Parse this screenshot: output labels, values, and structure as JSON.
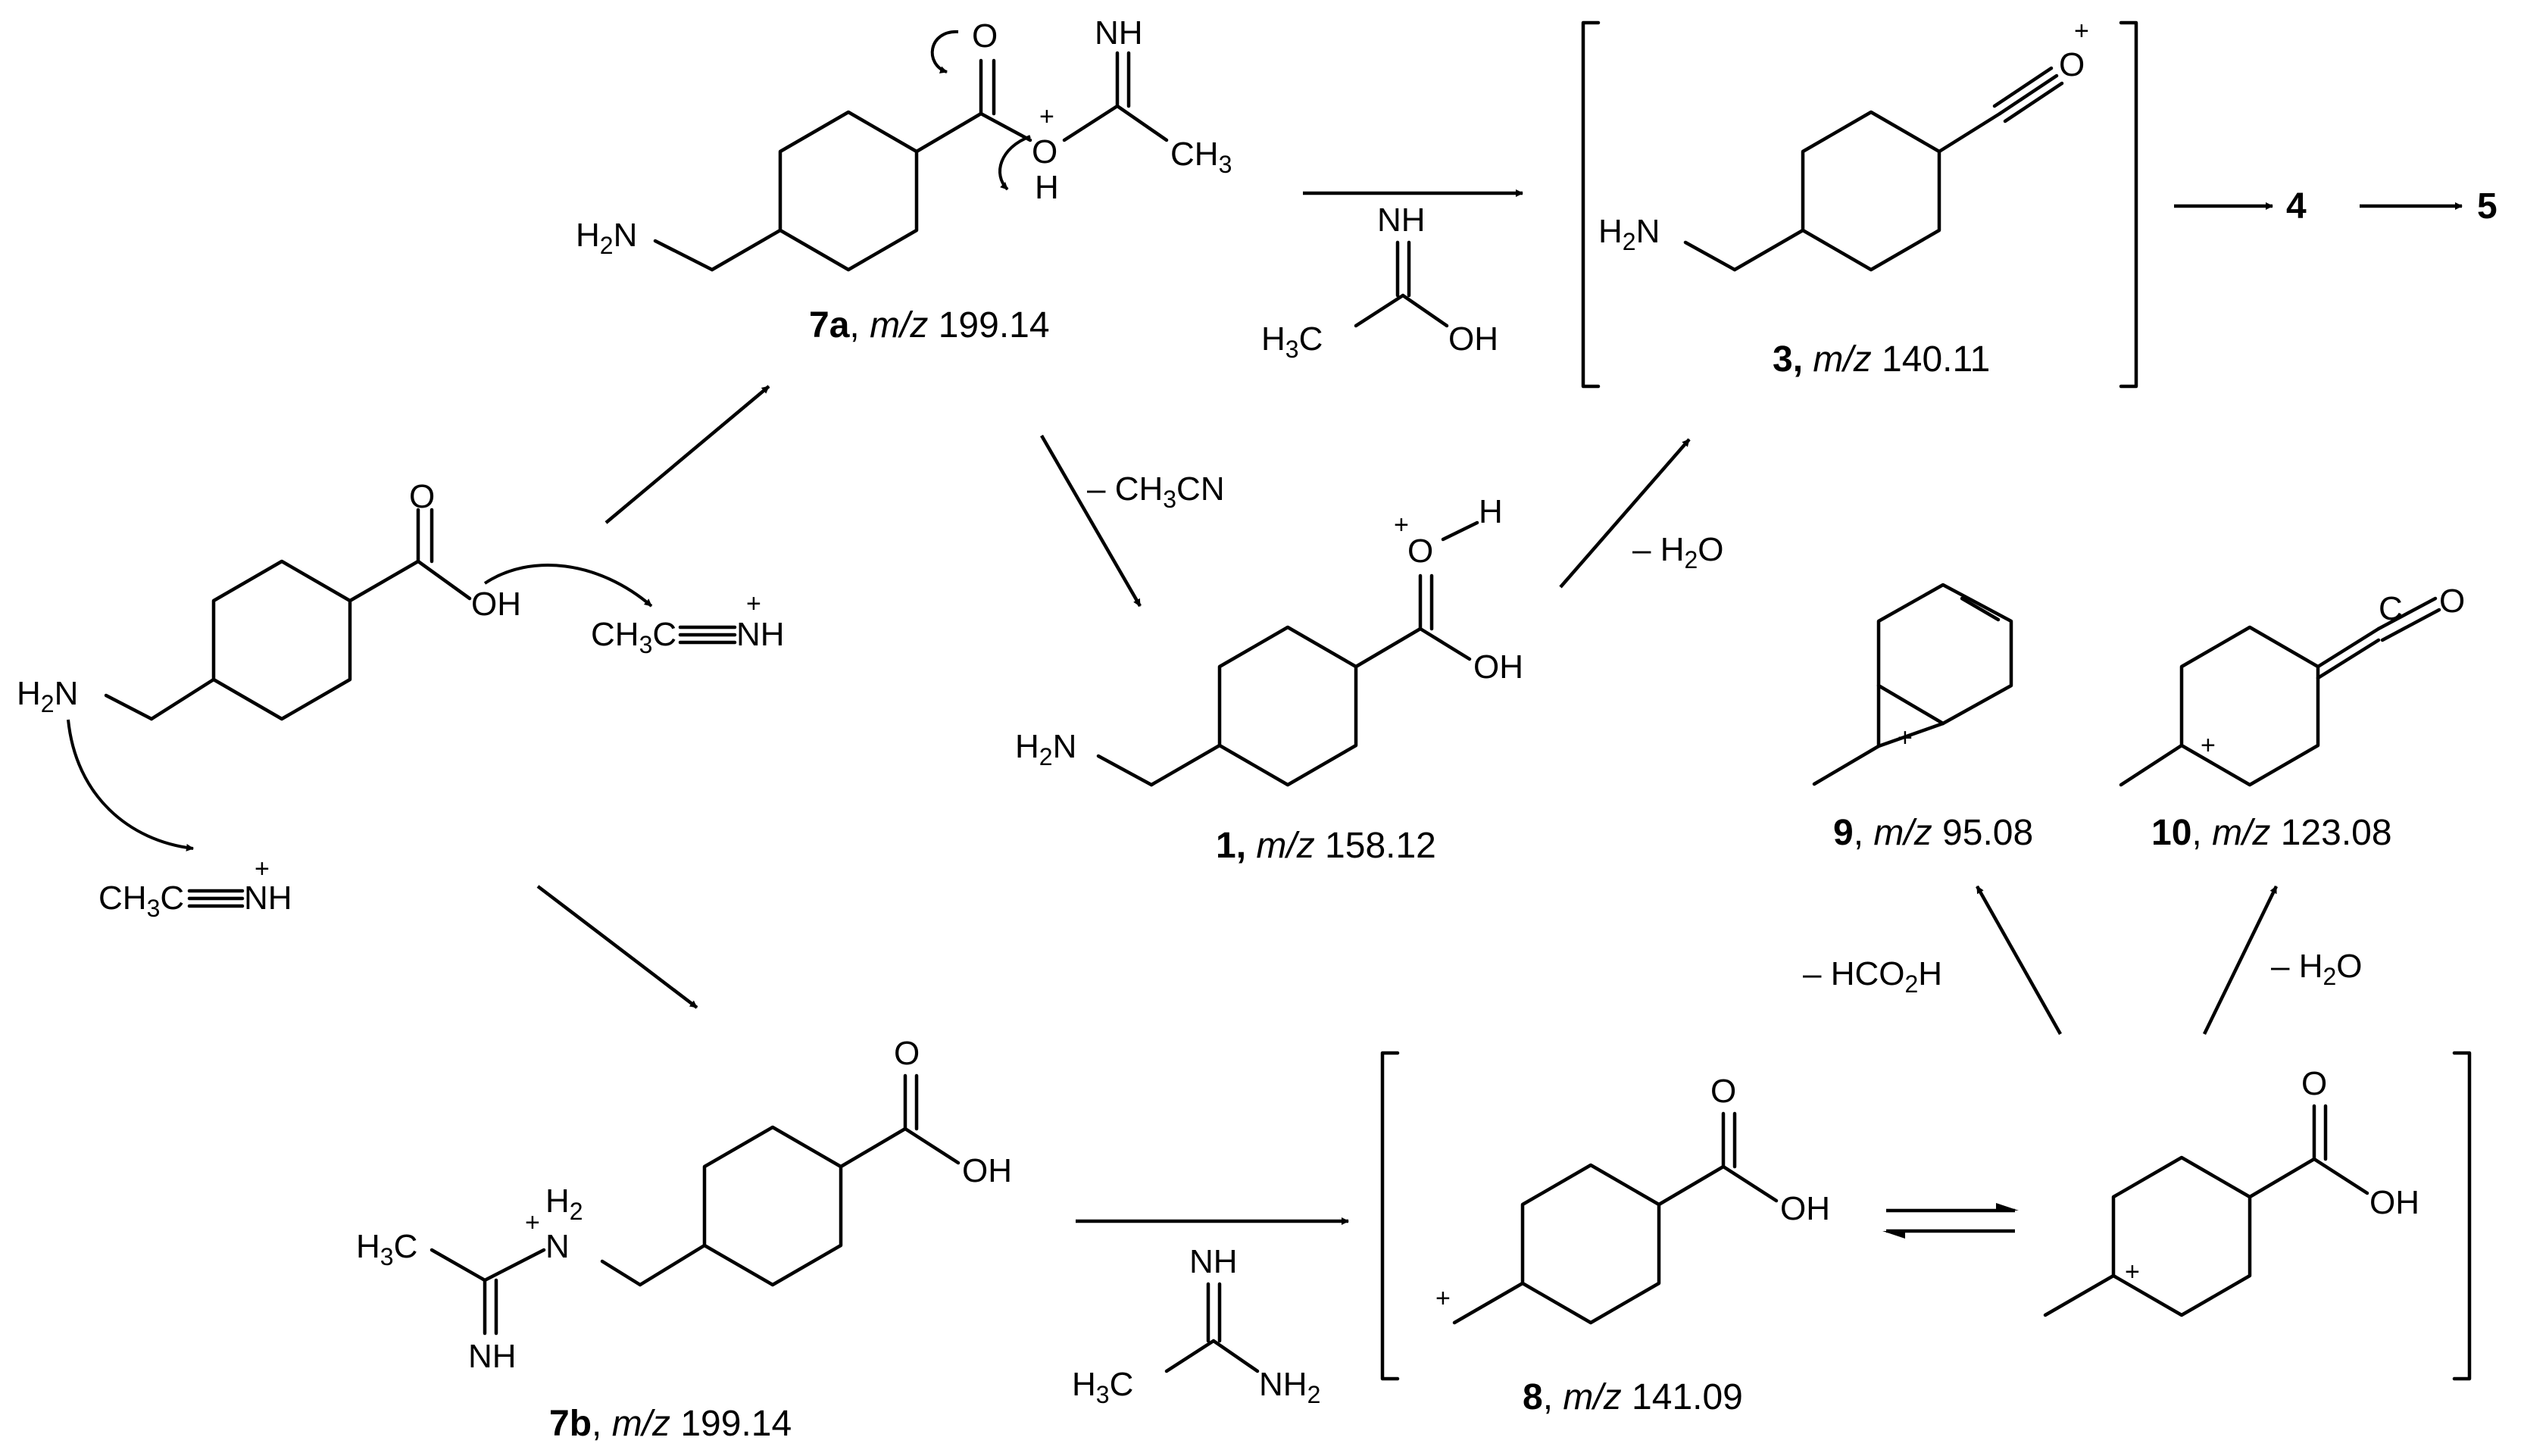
{
  "compounds": {
    "c7a": {
      "number": "7a",
      "mz_prefix": "m/z",
      "mz_value": "199.14"
    },
    "c7b": {
      "number": "7b",
      "mz_prefix": "m/z",
      "mz_value": "199.14"
    },
    "c1": {
      "number": "1",
      "mz_prefix": "m/z",
      "mz_value": "158.12"
    },
    "c3": {
      "number": "3",
      "mz_prefix": "m/z",
      "mz_value": "140.11"
    },
    "c8": {
      "number": "8",
      "mz_prefix": "m/z",
      "mz_value": "141.09"
    },
    "c9": {
      "number": "9",
      "mz_prefix": "m/z",
      "mz_value": "95.08"
    },
    "c10": {
      "number": "10",
      "mz_prefix": "m/z",
      "mz_value": "123.08"
    }
  },
  "products": {
    "p4": "4",
    "p5": "5"
  },
  "losses": {
    "loss_ch3cn": "– CH3CN",
    "loss_h2o_1": "– H2O",
    "loss_hco2h": "– HCO2H",
    "loss_h2o_2": "– H2O"
  },
  "atoms": {
    "O": "O",
    "OH": "OH",
    "H": "H",
    "NH": "NH",
    "H2N": "H2N",
    "H3C": "H3C",
    "CH3": "CH3",
    "NH2": "NH2",
    "C": "C",
    "plus": "+",
    "acetonitrilium": "CH3C≡NH"
  }
}
